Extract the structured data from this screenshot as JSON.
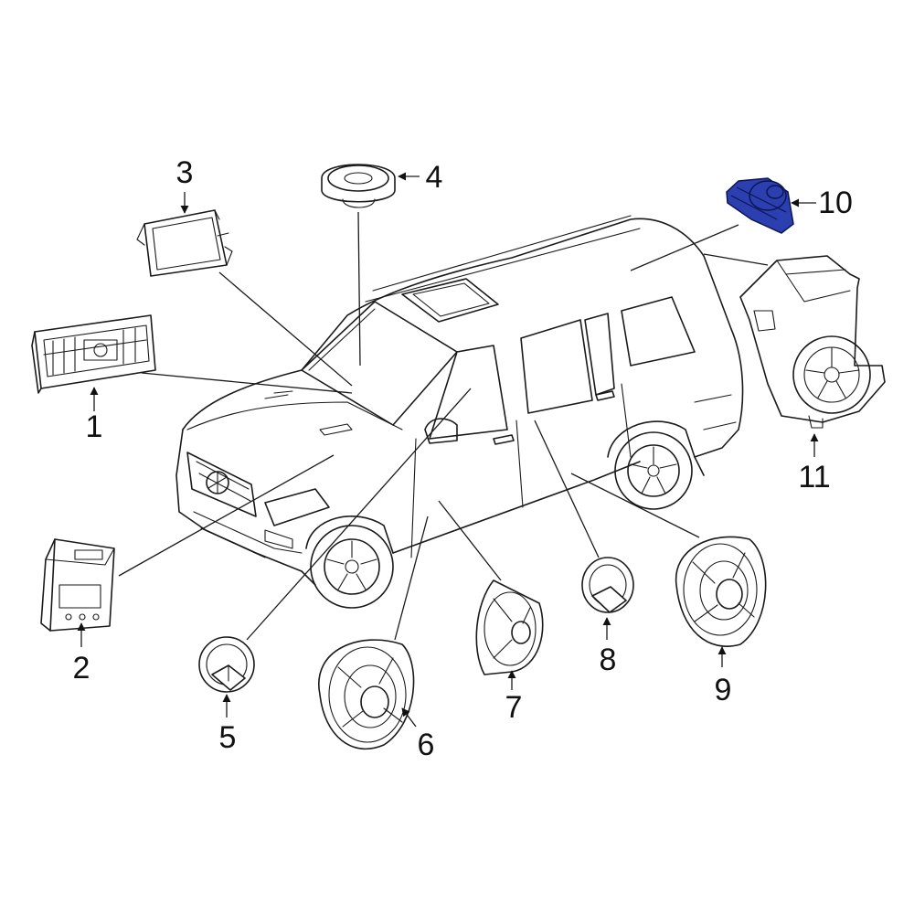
{
  "diagram": {
    "highlight_color": "#2c3fb0",
    "line_color": "#1a1a1a",
    "highlighted_part": "10",
    "callouts": [
      {
        "id": "c1",
        "text": "1"
      },
      {
        "id": "c2",
        "text": "2"
      },
      {
        "id": "c3",
        "text": "3"
      },
      {
        "id": "c4",
        "text": "4"
      },
      {
        "id": "c5",
        "text": "5"
      },
      {
        "id": "c6",
        "text": "6"
      },
      {
        "id": "c7",
        "text": "7"
      },
      {
        "id": "c8",
        "text": "8"
      },
      {
        "id": "c9",
        "text": "9"
      },
      {
        "id": "c10",
        "text": "10"
      },
      {
        "id": "c11",
        "text": "11"
      }
    ]
  }
}
